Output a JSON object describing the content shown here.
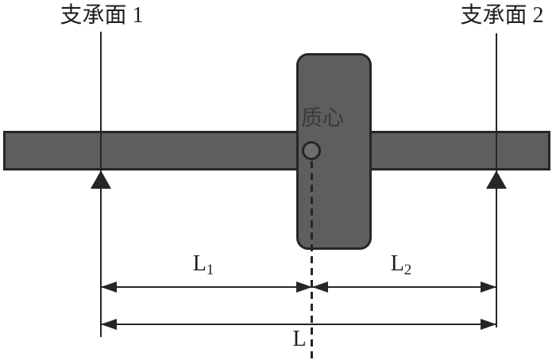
{
  "diagram": {
    "labels": {
      "support1": "支承面 1",
      "support2": "支承面 2",
      "center_of_mass": "质心",
      "dim_l1": {
        "base": "L",
        "sub": "1"
      },
      "dim_l2": {
        "base": "L",
        "sub": "2"
      },
      "dim_l": "L"
    },
    "colors": {
      "background": "#ffffff",
      "body_fill": "#5e5e5e",
      "marker_fill": "#6e6e6e",
      "line": "#262626",
      "label_text": "#1f1f1f",
      "inner_label_text": "#3a3a3a"
    }
  }
}
